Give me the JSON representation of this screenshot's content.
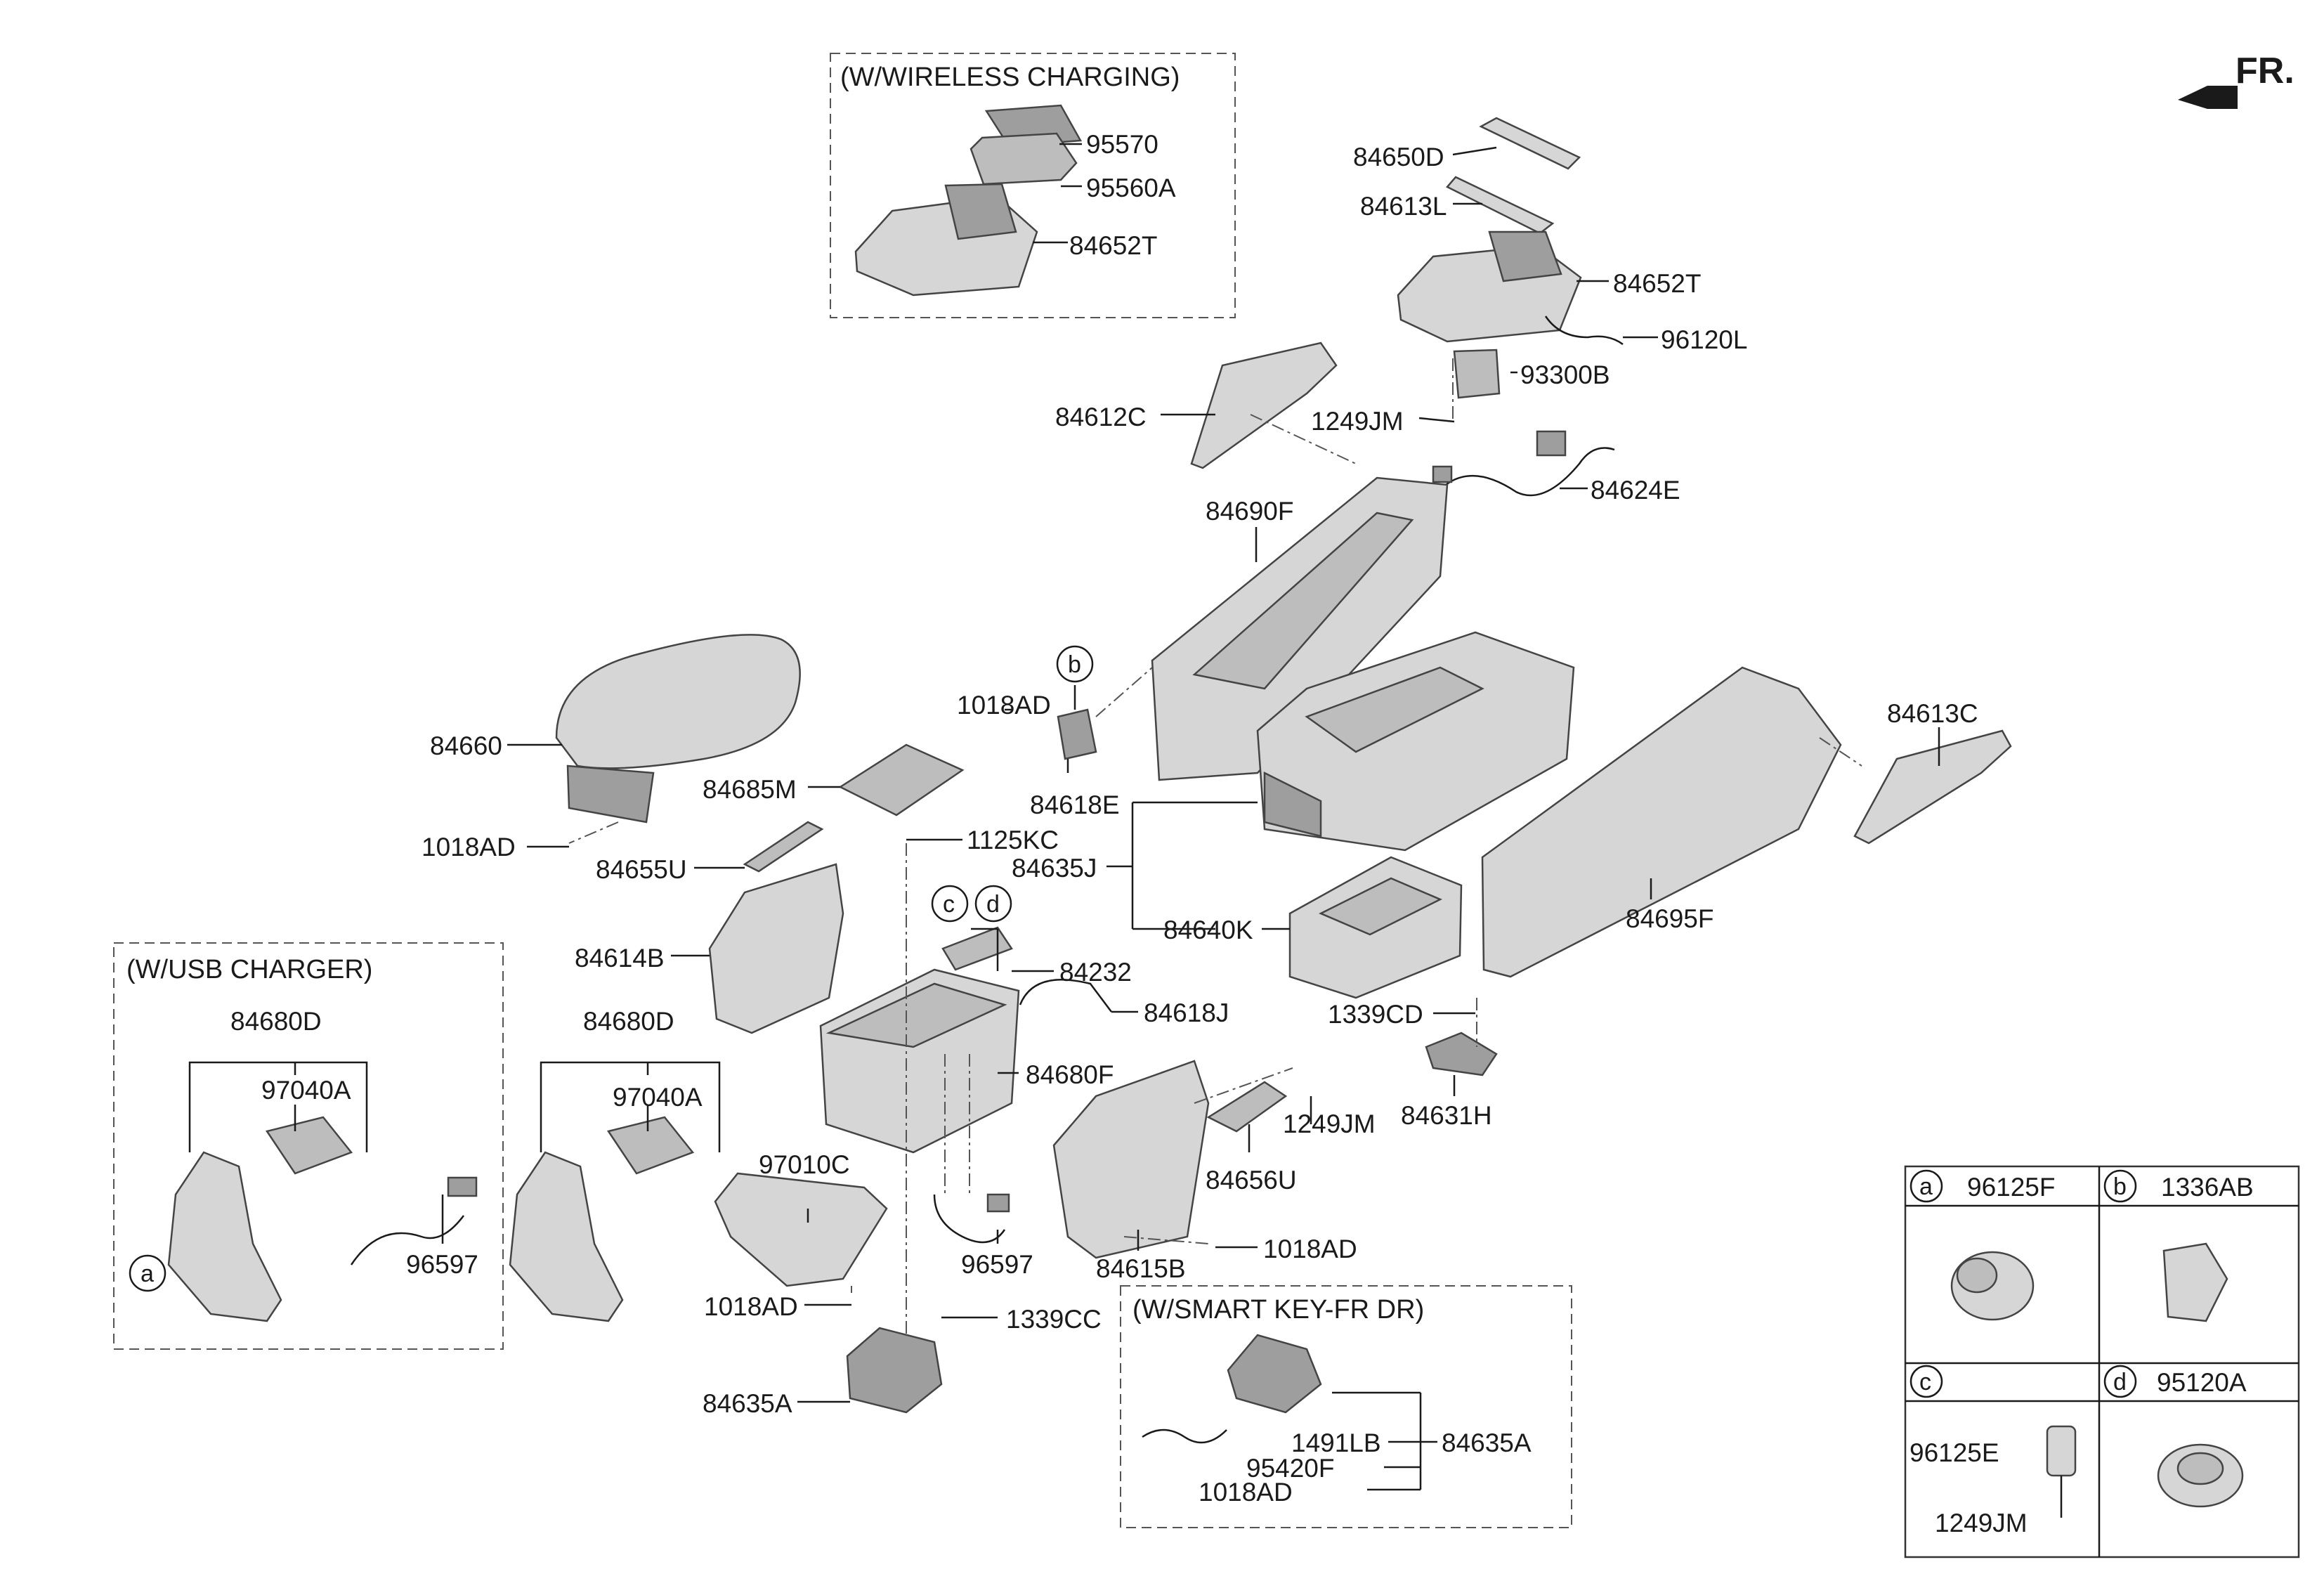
{
  "orientation": {
    "text": "FR."
  },
  "groups": {
    "wireless": "(W/WIRELESS CHARGING)",
    "usb": "(W/USB CHARGER)",
    "smartkey": "(W/SMART KEY-FR DR)"
  },
  "labels": {
    "p95570": "95570",
    "p95560A": "95560A",
    "p84652T_a": "84652T",
    "p84650D": "84650D",
    "p84613L": "84613L",
    "p84652T_b": "84652T",
    "p96120L": "96120L",
    "p93300B": "93300B",
    "p1249JM_a": "1249JM",
    "p84612C": "84612C",
    "p84624E": "84624E",
    "p84690F": "84690F",
    "p84660": "84660",
    "p1018AD_a": "1018AD",
    "p84685M": "84685M",
    "p84618E": "84618E",
    "p1018AD_b": "1018AD",
    "p84655U": "84655U",
    "p1125KC": "1125KC",
    "p84635J": "84635J",
    "p84614B": "84614B",
    "p84232": "84232",
    "p84640K": "84640K",
    "p84618J": "84618J",
    "p84613C": "84613C",
    "p84695F": "84695F",
    "p1339CD": "1339CD",
    "p84631H": "84631H",
    "p84680F": "84680F",
    "p1249JM_b": "1249JM",
    "p84656U": "84656U",
    "p84680D_a": "84680D",
    "p97040A_a": "97040A",
    "p96597_a": "96597",
    "p84680D_b": "84680D",
    "p97040A_b": "97040A",
    "p97010C": "97010C",
    "p96597_b": "96597",
    "p84615B": "84615B",
    "p1018AD_c": "1018AD",
    "p1018AD_d": "1018AD",
    "p1339CC": "1339CC",
    "p84635A_a": "84635A",
    "p1491LB": "1491LB",
    "p95420F": "95420F",
    "p1018AD_e": "1018AD",
    "p84635A_b": "84635A"
  },
  "callouts": {
    "a": "a",
    "b": "b",
    "c": "c",
    "d": "d"
  },
  "legend": {
    "a": {
      "letter": "a",
      "part": "96125F"
    },
    "b": {
      "letter": "b",
      "part": "1336AB"
    },
    "c": {
      "letter": "c",
      "part_top": "96125E",
      "part_bottom": "1249JM"
    },
    "d": {
      "letter": "d",
      "part": "95120A"
    }
  }
}
